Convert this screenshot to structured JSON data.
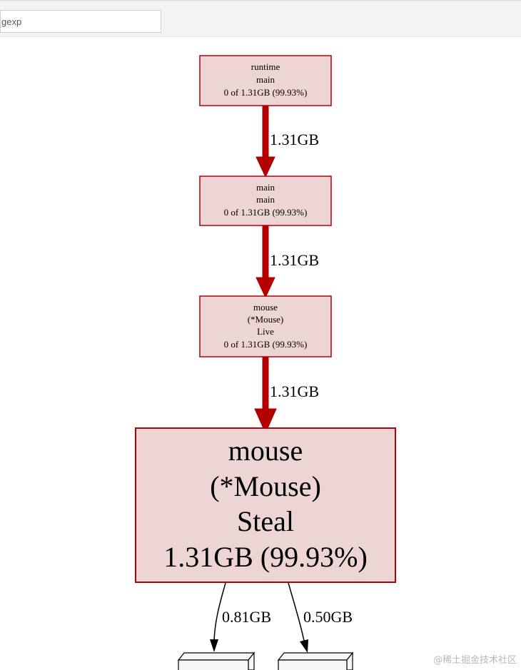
{
  "search": {
    "placeholder": "gexp"
  },
  "graph": {
    "nodes": [
      {
        "lines": [
          "runtime",
          "main",
          "0 of 1.31GB (99.93%)"
        ]
      },
      {
        "lines": [
          "main",
          "main",
          "0 of 1.31GB (99.93%)"
        ]
      },
      {
        "lines": [
          "mouse",
          "(*Mouse)",
          "Live",
          "0 of 1.31GB (99.93%)"
        ]
      },
      {
        "lines": [
          "mouse",
          "(*Mouse)",
          "Steal",
          "1.31GB (99.93%)"
        ]
      }
    ],
    "edges": [
      {
        "label": "1.31GB"
      },
      {
        "label": "1.31GB"
      },
      {
        "label": "1.31GB"
      },
      {
        "label": "0.81GB"
      },
      {
        "label": "0.50GB"
      }
    ]
  },
  "colors": {
    "node_fill": "#edd5d5",
    "node_border": "#b2000f",
    "hot_edge": "#b20000",
    "cold_edge": "#000000",
    "child_fill": "#f6f6f6"
  },
  "watermark": "@稀土掘金技术社区"
}
